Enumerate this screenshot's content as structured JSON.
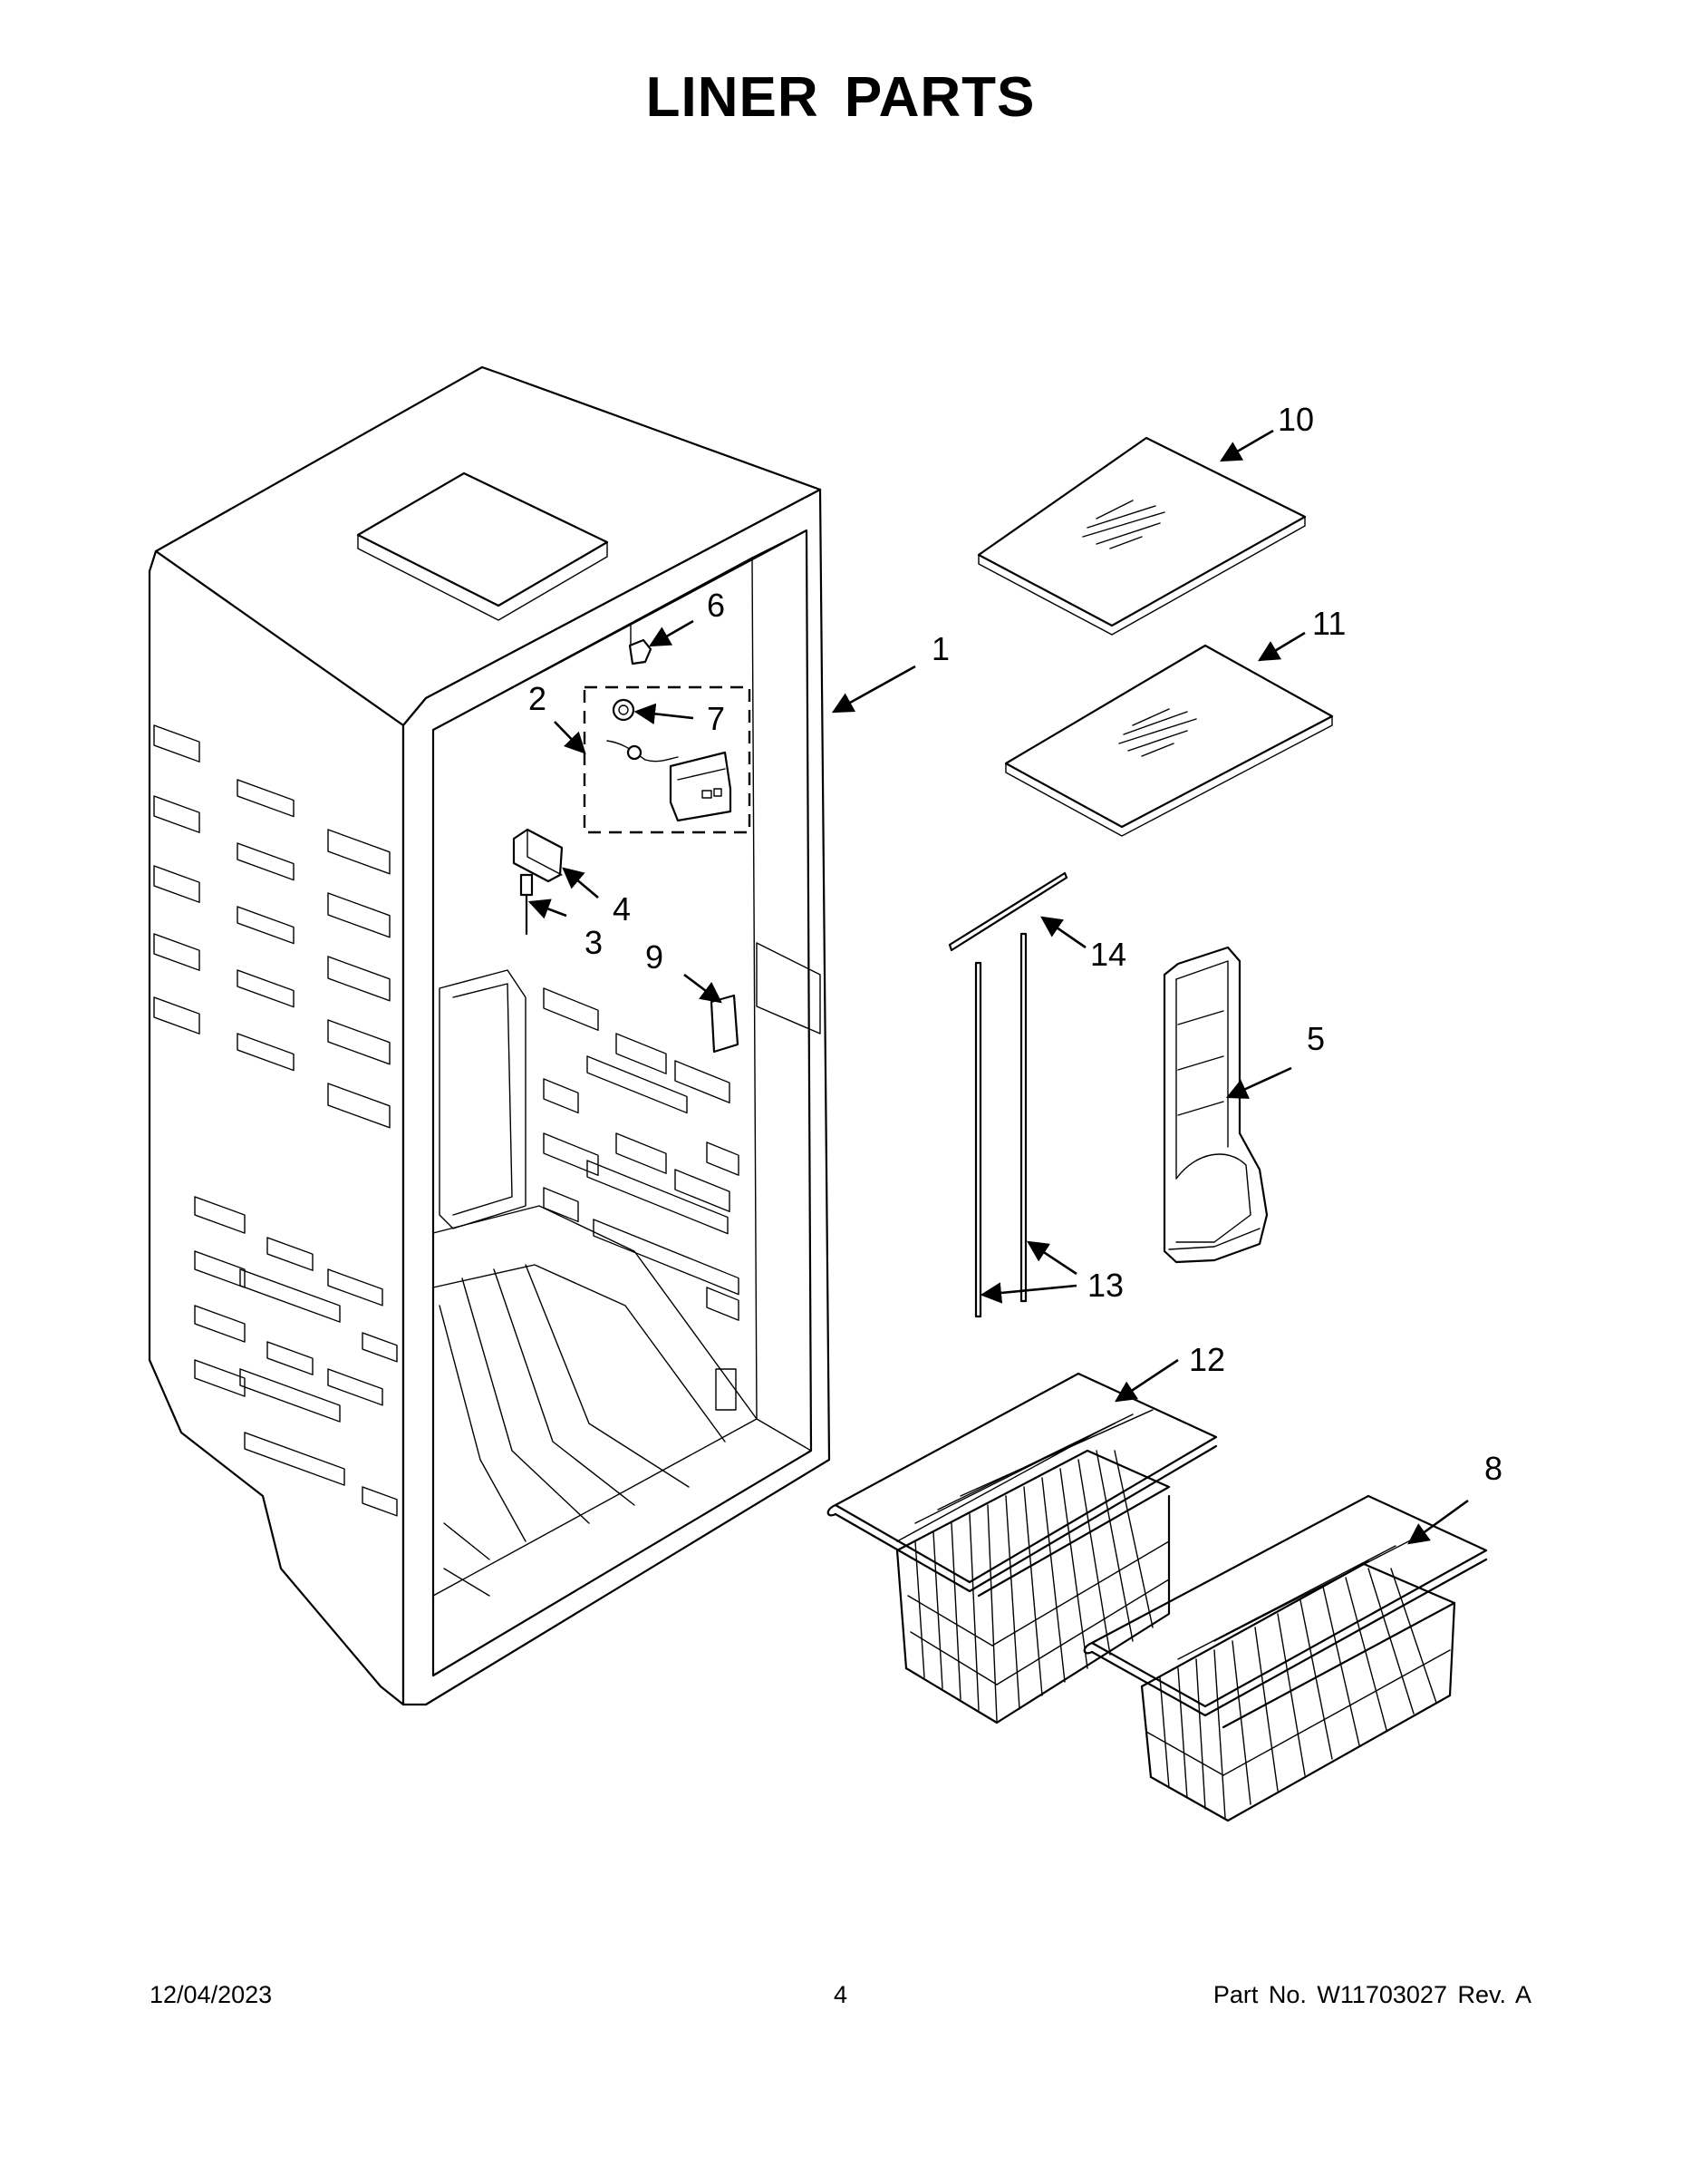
{
  "title": "LINER PARTS",
  "callouts": {
    "c1": "1",
    "c2": "2",
    "c3": "3",
    "c4": "4",
    "c5": "5",
    "c6": "6",
    "c7": "7",
    "c8": "8",
    "c9": "9",
    "c10": "10",
    "c11": "11",
    "c12": "12",
    "c13": "13",
    "c14": "14"
  },
  "footer": {
    "date": "12/04/2023",
    "page": "4",
    "part": "Part No.  W11703027  Rev.  A"
  }
}
